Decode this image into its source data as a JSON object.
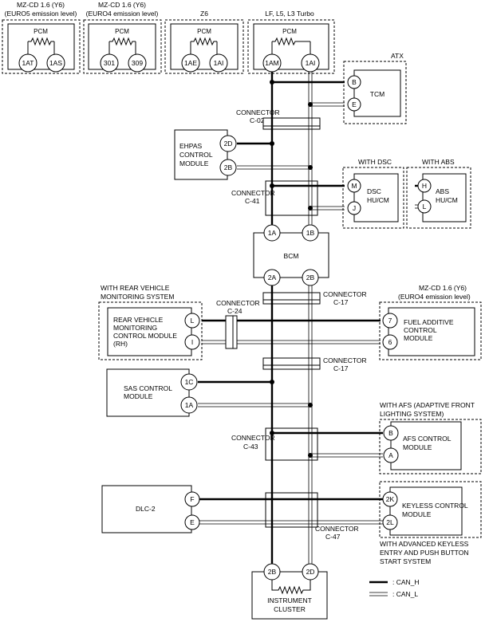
{
  "pcm_variants": [
    {
      "header1": "MZ-CD 1.6 (Y6)",
      "header2": "(EURO5 emission level)",
      "title": "PCM",
      "pin_h": "1AT",
      "pin_l": "1AS"
    },
    {
      "header1": "MZ-CD 1.6 (Y6)",
      "header2": "(EURO4 emission level)",
      "title": "PCM",
      "pin_h": "301",
      "pin_l": "309"
    },
    {
      "header1": "Z6",
      "title": "PCM",
      "pin_h": "1AE",
      "pin_l": "1AI"
    },
    {
      "header1": "LF, L5, L3 Turbo",
      "title": "PCM",
      "pin_h": "1AM",
      "pin_l": "1AI"
    }
  ],
  "atx": {
    "label": "ATX",
    "title": "TCM",
    "pin_h": "B",
    "pin_l": "E"
  },
  "connectors": {
    "c02": {
      "line1": "CONNECTOR",
      "line2": "C-02"
    },
    "c41": {
      "line1": "CONNECTOR",
      "line2": "C-41"
    },
    "c17a": {
      "line1": "CONNECTOR",
      "line2": "C-17"
    },
    "c24": {
      "line1": "CONNECTOR",
      "line2": "C-24"
    },
    "c17b": {
      "line1": "CONNECTOR",
      "line2": "C-17"
    },
    "c43": {
      "line1": "CONNECTOR",
      "line2": "C-43"
    },
    "c47": {
      "line1": "CONNECTOR",
      "line2": "C-47"
    }
  },
  "ehpas": {
    "line1": "EHPAS",
    "line2": "CONTROL",
    "line3": "MODULE",
    "pin_h": "2D",
    "pin_l": "2B"
  },
  "dsc": {
    "label": "WITH DSC",
    "line1": "DSC",
    "line2": "HU/CM",
    "pin_h": "M",
    "pin_l": "J"
  },
  "abs": {
    "label": "WITH ABS",
    "line1": "ABS",
    "line2": "HU/CM",
    "pin_h": "H",
    "pin_l": "L"
  },
  "bcm": {
    "title": "BCM",
    "pin_top_h": "1A",
    "pin_top_l": "1B",
    "pin_bot_h": "2A",
    "pin_bot_l": "2B"
  },
  "rvm": {
    "label1": "WITH REAR VEHICLE",
    "label2": "MONITORING SYSTEM",
    "line1": "REAR VEHICLE",
    "line2": "MONITORING",
    "line3": "CONTROL MODULE",
    "line4": "(RH)",
    "pin_h": "L",
    "pin_l": "I"
  },
  "fuel": {
    "label1": "MZ-CD 1.6 (Y6)",
    "label2": "(EURO4 emission level)",
    "line1": "FUEL ADDITIVE",
    "line2": "CONTROL",
    "line3": "MODULE",
    "pin_h": "7",
    "pin_l": "6"
  },
  "sas": {
    "line1": "SAS CONTROL",
    "line2": "MODULE",
    "pin_h": "1C",
    "pin_l": "1A"
  },
  "afs": {
    "label1": "WITH AFS (ADAPTIVE FRONT",
    "label2": "LIGHTING SYSTEM)",
    "line1": "AFS CONTROL",
    "line2": "MODULE",
    "pin_h": "B",
    "pin_l": "A"
  },
  "dlc": {
    "title": "DLC-2",
    "pin_h": "F",
    "pin_l": "E"
  },
  "keyless": {
    "line1": "KEYLESS CONTROL",
    "line2": "MODULE",
    "label1": "WITH ADVANCED KEYLESS",
    "label2": "ENTRY AND PUSH BUTTON",
    "label3": "START SYSTEM",
    "pin_h": "2K",
    "pin_l": "2L"
  },
  "cluster": {
    "line1": "INSTRUMENT",
    "line2": "CLUSTER",
    "pin_h": "2B",
    "pin_l": "2D"
  },
  "legend": {
    "can_h": ": CAN_H",
    "can_l": ": CAN_L"
  }
}
